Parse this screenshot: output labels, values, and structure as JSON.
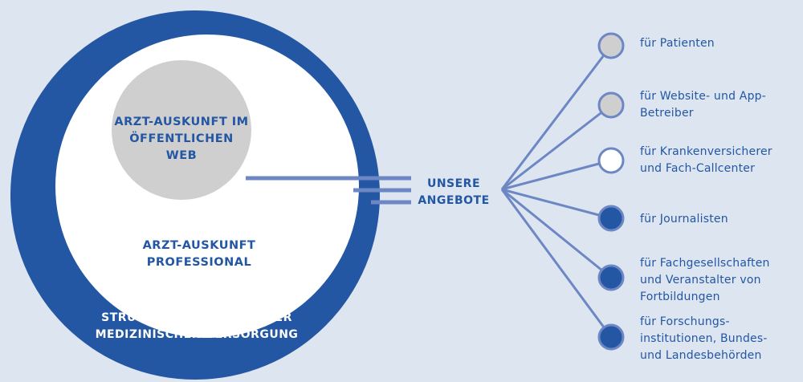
{
  "colors": {
    "background": "#dde6f0",
    "outer_ring": "#2356a3",
    "inner_disc": "#ffffff",
    "web_disc": "#cfcfcf",
    "connector": "#6d86c4",
    "dot_grey": "#cfcfcf",
    "dot_white": "#ffffff",
    "dot_blue": "#2356a3",
    "text_blue": "#2356a3",
    "text_white": "#ffffff"
  },
  "circles": {
    "web": {
      "label": "ARZT-AUSKUNFT IM\nÖFFENTLICHEN WEB"
    },
    "professional": {
      "label": "ARZT-AUSKUNFT\nPROFESSIONAL"
    },
    "register": {
      "label": "STRUKTURVERZEICHNIS DER\nMEDIZINISCHEN VERSORGUNG"
    }
  },
  "hub": {
    "label": "UNSERE\nANGEBOTE"
  },
  "offers": [
    {
      "label": "für Patienten",
      "dot": "grey"
    },
    {
      "label": "für Website- und App-\nBetreiber",
      "dot": "grey"
    },
    {
      "label": "für Krankenversicherer\nund Fach-Callcenter",
      "dot": "white"
    },
    {
      "label": "für Journalisten",
      "dot": "blue"
    },
    {
      "label": "für Fachgesellschaften\nund Veranstalter von\nFortbildungen",
      "dot": "blue"
    },
    {
      "label": "für Forschungs-\ninstitutionen, Bundes-\nund Landesbehörden",
      "dot": "blue"
    }
  ]
}
